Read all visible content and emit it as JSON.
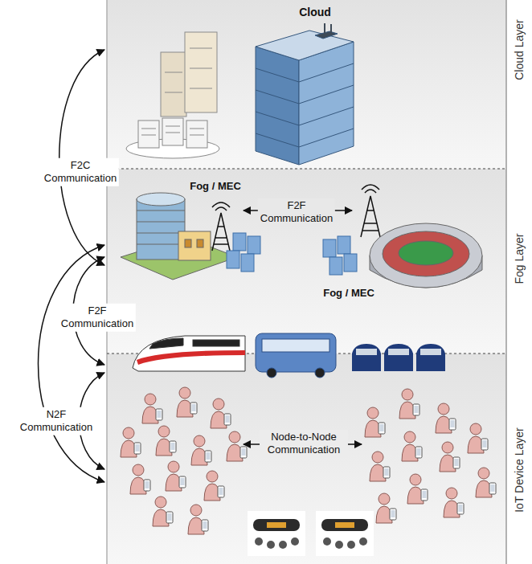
{
  "diagram": {
    "nodes": [
      {
        "text": [
          "Cloud Layer"
        ]
      },
      {
        "text": [
          "Fog Layer"
        ]
      },
      {
        "text": [
          "IoT Device Layer"
        ]
      }
    ],
    "edges": [
      {
        "from": 1,
        "to": 0,
        "arrow": "both",
        "label": "F2C Communication"
      },
      {
        "from": 2,
        "to": 1,
        "arrow": "both",
        "label": "N2F Communication"
      }
    ],
    "labels": [
      "Cloud",
      "Fog / MEC",
      "F2F Communication",
      "Fog / MEC",
      "F2F Communication",
      "Node-to-Node Communication"
    ]
  }
}
